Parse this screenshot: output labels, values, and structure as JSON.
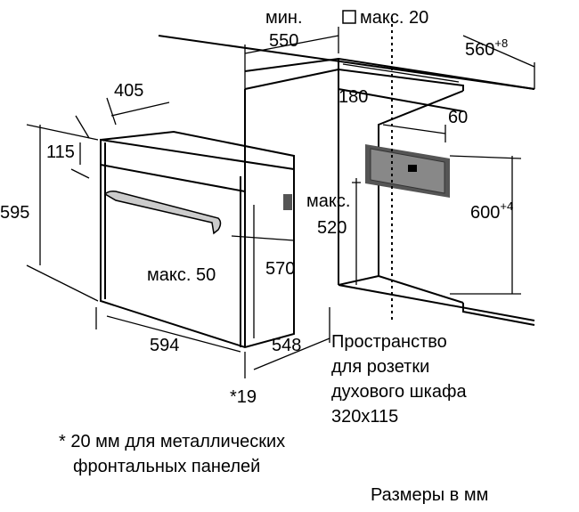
{
  "dimensions": {
    "min_label": "мин.",
    "min_550": "550",
    "max_20": "макс. 20",
    "d560": "560",
    "d560_tol": "+8",
    "d405": "405",
    "d180": "180",
    "d60": "60",
    "d115": "115",
    "d595": "595",
    "d600": "600",
    "d600_tol": "+4",
    "max_520_label": "макс.",
    "max_520": "520",
    "max_50": "макс. 50",
    "d570": "570",
    "d594": "594",
    "d548": "548",
    "d19": "*19"
  },
  "socket_note": [
    "Пространство",
    "для розетки",
    "духового шкафа",
    "320x115"
  ],
  "footnote": [
    "* 20 мм для металлических",
    "фронтальных панелей"
  ],
  "units_note": "Размеры в мм"
}
